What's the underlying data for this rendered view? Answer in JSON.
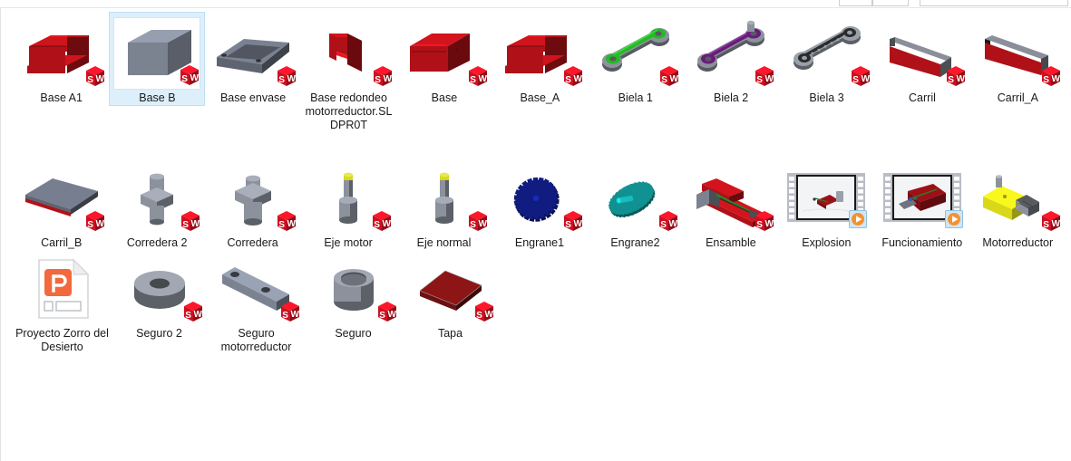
{
  "window": {
    "title": "File Explorer content pane",
    "view_mode": "Medium icons",
    "selected_item": "Base B",
    "chrome": {
      "strip_a": "",
      "strip_b": "",
      "strip_c": ""
    }
  },
  "colors": {
    "selection_fill": "#ddeffb",
    "selection_border": "#bfdff5",
    "background": "#ffffff",
    "label_text": "#1a1a1a",
    "solidworks_red": "#cf1020",
    "part_red": "#b01118",
    "part_dark_red": "#6d1010",
    "part_gray": "#7b8290",
    "part_green": "#22bb22",
    "part_purple": "#6a1b7a",
    "part_black": "#2b2b2b",
    "gear_navy": "#111c80",
    "gear_teal": "#119191",
    "motor_yellow": "#d8d818",
    "ppt_orange": "#f1693d",
    "play_orange": "#f29330"
  },
  "rows": [
    {
      "index": 1,
      "items": [
        {
          "label": "Base A1",
          "icon": "solidworks-part-channel-red",
          "badge": "solidworks-badge",
          "selected": false
        },
        {
          "label": "Base B",
          "icon": "solidworks-part-block-gray",
          "badge": "solidworks-badge",
          "selected": true
        },
        {
          "label": "Base envase",
          "icon": "solidworks-part-tray-gray",
          "badge": "solidworks-badge",
          "selected": false
        },
        {
          "label": "Base redondeo motorreductor.SLDPR0T",
          "icon": "solidworks-part-bracket-red",
          "badge": "solidworks-badge",
          "selected": false
        },
        {
          "label": "Base",
          "icon": "solidworks-part-box-red",
          "badge": "solidworks-badge",
          "selected": false
        },
        {
          "label": "Base_A",
          "icon": "solidworks-part-channel-red",
          "badge": "solidworks-badge",
          "selected": false
        },
        {
          "label": "Biela 1",
          "icon": "solidworks-part-rod-green",
          "badge": "solidworks-badge",
          "selected": false
        },
        {
          "label": "Biela 2",
          "icon": "solidworks-part-rod-purple",
          "badge": "solidworks-badge",
          "selected": false
        },
        {
          "label": "Biela 3",
          "icon": "solidworks-part-rod-black",
          "badge": "solidworks-badge",
          "selected": false
        },
        {
          "label": "Carril",
          "icon": "solidworks-part-rail-red",
          "badge": "solidworks-badge",
          "selected": false
        },
        {
          "label": "Carril_A",
          "icon": "solidworks-part-rail-a-red",
          "badge": "solidworks-badge",
          "selected": false
        }
      ]
    },
    {
      "index": 2,
      "items": [
        {
          "label": "Carril_B",
          "icon": "solidworks-part-plate-gray",
          "badge": "solidworks-badge",
          "selected": false
        },
        {
          "label": "Corredera 2",
          "icon": "solidworks-part-slider2-gray",
          "badge": "solidworks-badge",
          "selected": false
        },
        {
          "label": "Corredera",
          "icon": "solidworks-part-slider-gray",
          "badge": "solidworks-badge",
          "selected": false
        },
        {
          "label": "Eje motor",
          "icon": "solidworks-part-shaft-motor",
          "badge": "solidworks-badge",
          "selected": false
        },
        {
          "label": "Eje normal",
          "icon": "solidworks-part-shaft-normal",
          "badge": "solidworks-badge",
          "selected": false
        },
        {
          "label": "Engrane1",
          "icon": "solidworks-part-gear-navy",
          "badge": "solidworks-badge",
          "selected": false
        },
        {
          "label": "Engrane2",
          "icon": "solidworks-part-gear-teal",
          "badge": "solidworks-badge",
          "selected": false
        },
        {
          "label": "Ensamble",
          "icon": "solidworks-assembly",
          "badge": "solidworks-badge",
          "selected": false
        },
        {
          "label": "Explosion",
          "icon": "video-thumbnail-explosion",
          "badge": "play-badge",
          "selected": false
        },
        {
          "label": "Funcionamiento",
          "icon": "video-thumbnail-funcionamiento",
          "badge": "play-badge",
          "selected": false
        },
        {
          "label": "Motorreductor",
          "icon": "solidworks-part-gearmotor-yellow",
          "badge": "solidworks-badge",
          "selected": false
        }
      ]
    },
    {
      "index": 3,
      "items": [
        {
          "label": "Proyecto Zorro del Desierto",
          "icon": "presentation-document",
          "badge": "none",
          "selected": false
        },
        {
          "label": "Seguro 2",
          "icon": "solidworks-part-washer-gray",
          "badge": "solidworks-badge",
          "selected": false
        },
        {
          "label": "Seguro motorreductor",
          "icon": "solidworks-part-barlink-gray",
          "badge": "solidworks-badge",
          "selected": false
        },
        {
          "label": "Seguro",
          "icon": "solidworks-part-sleeve-gray",
          "badge": "solidworks-badge",
          "selected": false
        },
        {
          "label": "Tapa",
          "icon": "solidworks-part-cover-darkred",
          "badge": "solidworks-badge",
          "selected": false
        }
      ]
    }
  ]
}
